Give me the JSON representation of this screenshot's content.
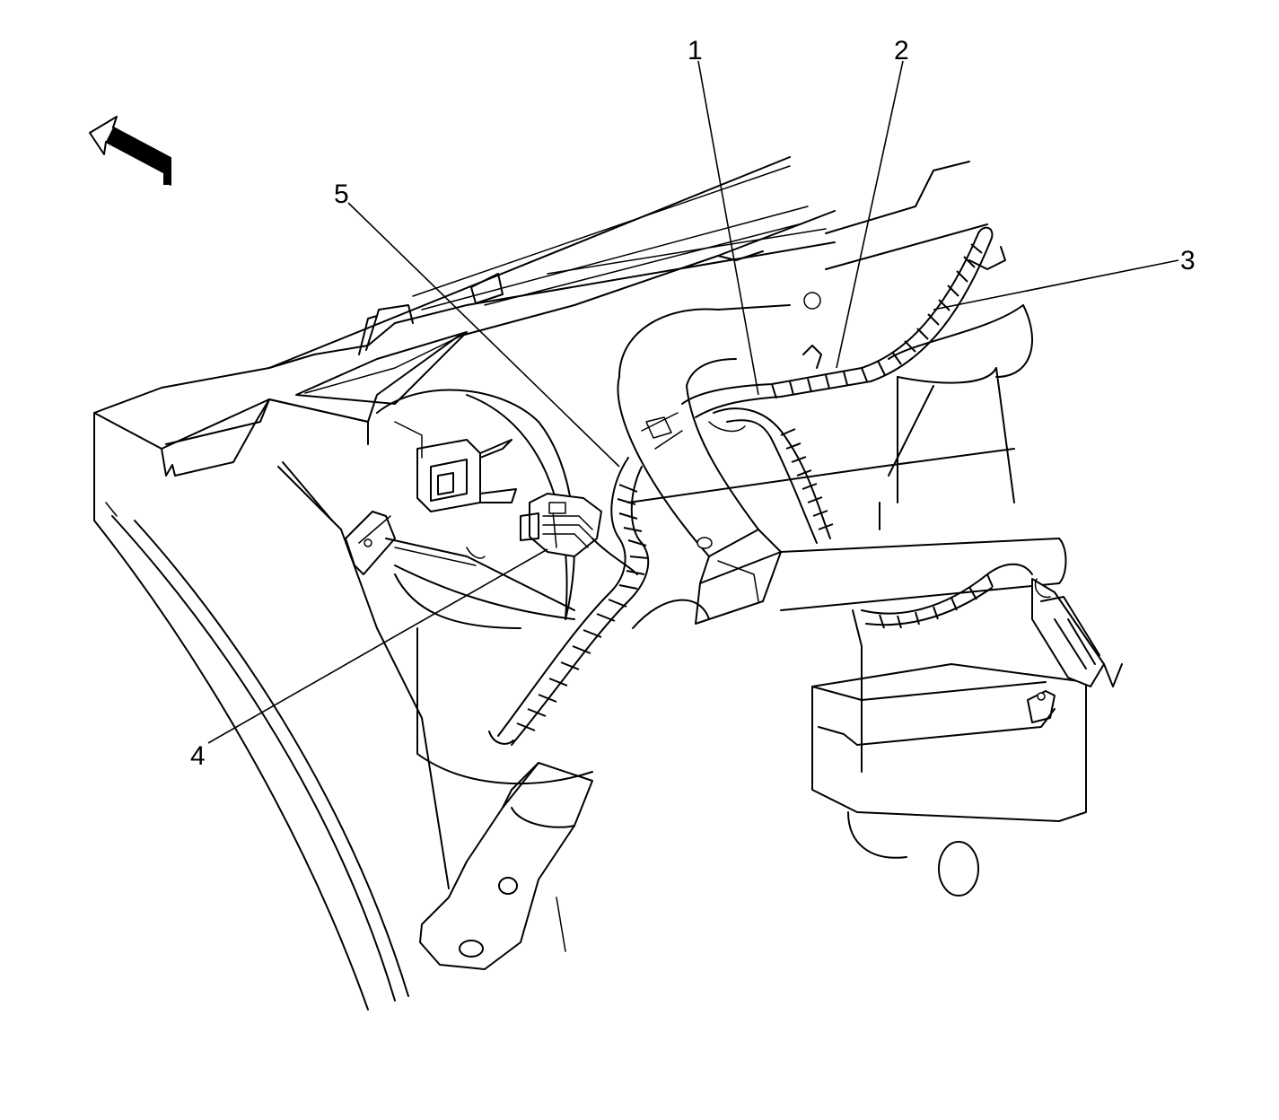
{
  "callouts": [
    {
      "id": "1",
      "label": "1"
    },
    {
      "id": "2",
      "label": "2"
    },
    {
      "id": "3",
      "label": "3"
    },
    {
      "id": "4",
      "label": "4"
    },
    {
      "id": "5",
      "label": "5"
    }
  ],
  "icons": {
    "direction_arrow": "forward-direction-arrow-icon"
  },
  "colors": {
    "line": "#000000",
    "background": "#ffffff"
  }
}
